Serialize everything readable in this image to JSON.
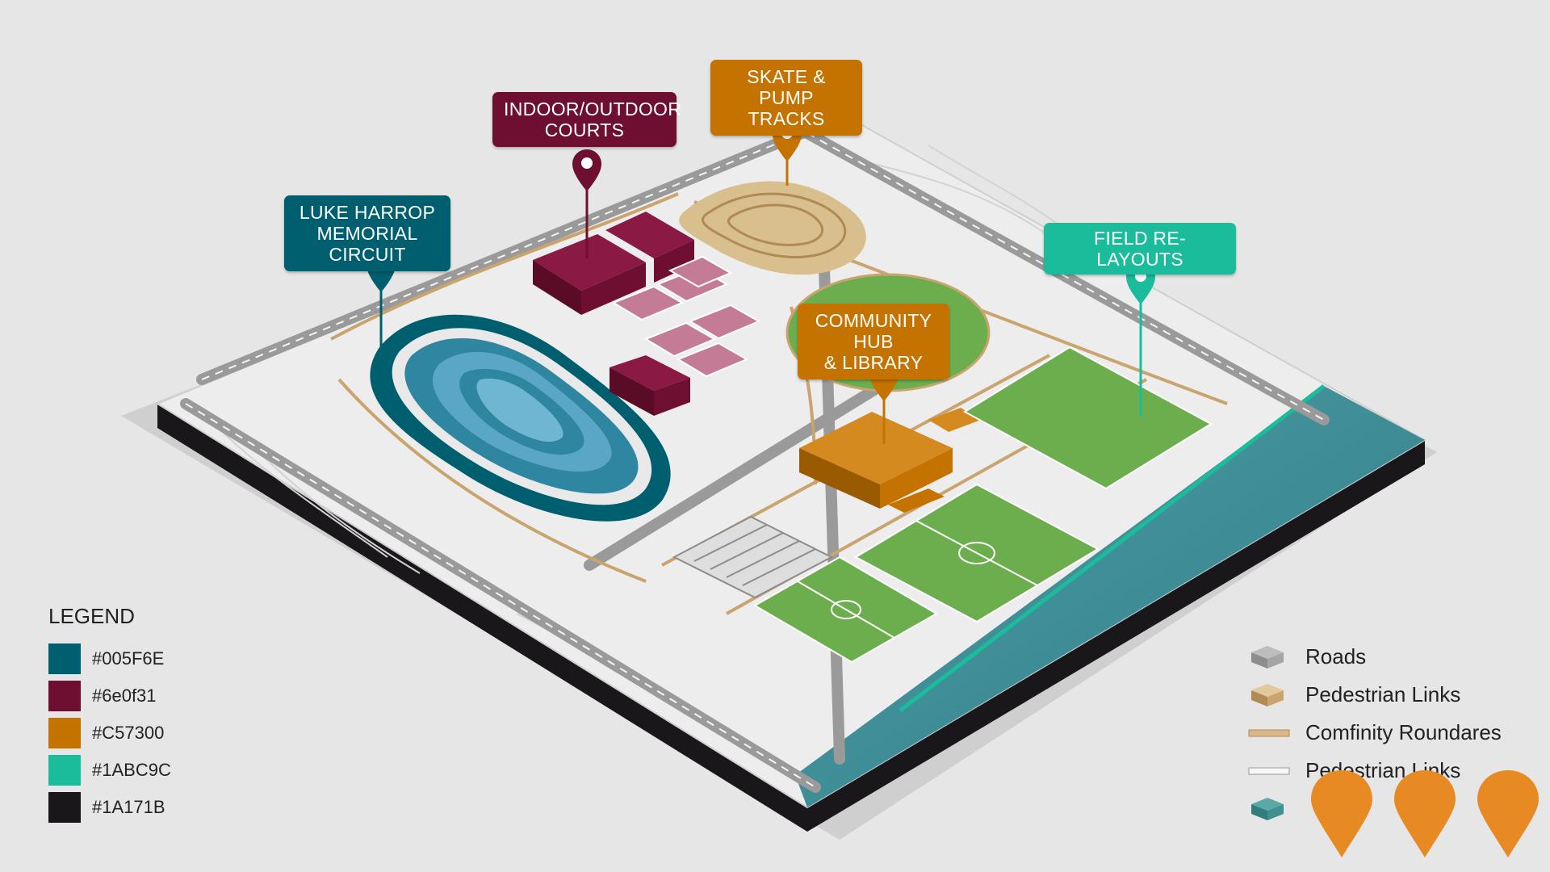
{
  "callouts": {
    "luke_harrop": {
      "line1": "LUKE HARROP",
      "line2": "MEMORIAL CIRCUIT",
      "color": "#005F6E"
    },
    "courts": {
      "line1": "INDOOR/OUTDOOR",
      "line2": "COURTS",
      "color": "#6e0f31"
    },
    "skate": {
      "line1": "SKATE &",
      "line2": "PUMP TRACKS",
      "color": "#C57300"
    },
    "community_hub": {
      "line1": "COMMUNITY HUB",
      "line2": "& LIBRARY",
      "color": "#C57300"
    },
    "field_relayouts": {
      "line1": "FIELD RE-LAYOUTS",
      "color": "#1ABC9C"
    }
  },
  "legend": {
    "title": "LEGEND",
    "items": [
      {
        "label": "#005F6E",
        "color": "#005F6E"
      },
      {
        "label": "#6e0f31",
        "color": "#6e0f31"
      },
      {
        "label": "#C57300",
        "color": "#C57300"
      },
      {
        "label": "#1ABC9C",
        "color": "#1ABC9C"
      },
      {
        "label": "#1A171B",
        "color": "#1A171B"
      }
    ]
  },
  "key": {
    "items": [
      {
        "label": "Roads",
        "icon": "grey-block-icon"
      },
      {
        "label": "Pedestrian Links",
        "icon": "tan-block-icon"
      },
      {
        "label": "Comfinity Roundares",
        "icon": "tan-line-icon"
      },
      {
        "label": "Pedestrian Links",
        "icon": "white-line-icon"
      },
      {
        "label": "",
        "icon": "teal-block-icon"
      }
    ]
  },
  "colors": {
    "road": "#9a9a9a",
    "path": "#c9a46e",
    "field": "#6cae4e",
    "water": "#3d8e98",
    "marker": "#e88a24"
  }
}
